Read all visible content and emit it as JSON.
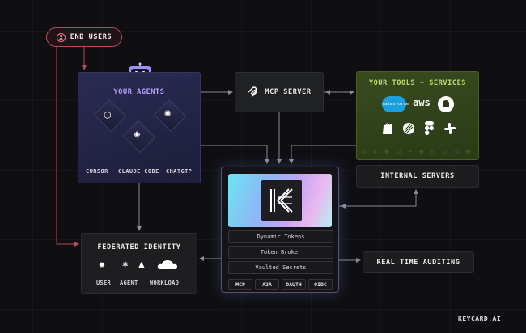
{
  "end_users": {
    "label": "END USERS",
    "icon": "user-icon"
  },
  "agents": {
    "title": "YOUR AGENTS",
    "items": [
      {
        "label": "CURSOR",
        "icon": "cursor-cube-icon"
      },
      {
        "label": "CLAUDE CODE",
        "icon": "claude-asterisk-icon"
      },
      {
        "label": "CHATGTP",
        "icon": "chatgpt-cube-icon"
      }
    ]
  },
  "mcp_server": {
    "label": "MCP SERVER",
    "icon": "mcp-icon"
  },
  "tools": {
    "title": "YOUR TOOLS + SERVICES",
    "items": [
      {
        "label": "salesforce",
        "icon": "salesforce-icon"
      },
      {
        "label": "aws",
        "icon": "aws-icon"
      },
      {
        "label": "",
        "icon": "github-icon"
      },
      {
        "label": "",
        "icon": "shopify-icon"
      },
      {
        "label": "",
        "icon": "linear-icon"
      },
      {
        "label": "",
        "icon": "figma-icon"
      },
      {
        "label": "",
        "icon": "slack-icon"
      }
    ]
  },
  "internal_servers": {
    "label": "INTERNAL SERVERS"
  },
  "hub": {
    "rows": [
      "Dynamic Tokens",
      "Token Broker",
      "Vaulted Secrets"
    ],
    "protocols": [
      "MCP",
      "A2A",
      "OAUTH",
      "OIDC"
    ]
  },
  "federated_identity": {
    "title": "FEDERATED IDENTITY",
    "items": [
      {
        "label": "USER",
        "icon": "gear-badge-icon"
      },
      {
        "label": "AGENT",
        "icon": "kubernetes-icon"
      },
      {
        "label": "WORKLOAD",
        "icon": "triangle-cloud-icon"
      }
    ]
  },
  "auditing": {
    "label": "REAL TIME AUDITING"
  },
  "brand": "KEYCARD.AI",
  "colors": {
    "background": "#0f0f12",
    "end_users_border": "#b34a5a",
    "agents_accent": "#b4a6ff",
    "tools_accent": "#b8e06a",
    "wire": "#8a8a92",
    "end_users_wire": "#b34a5a"
  }
}
